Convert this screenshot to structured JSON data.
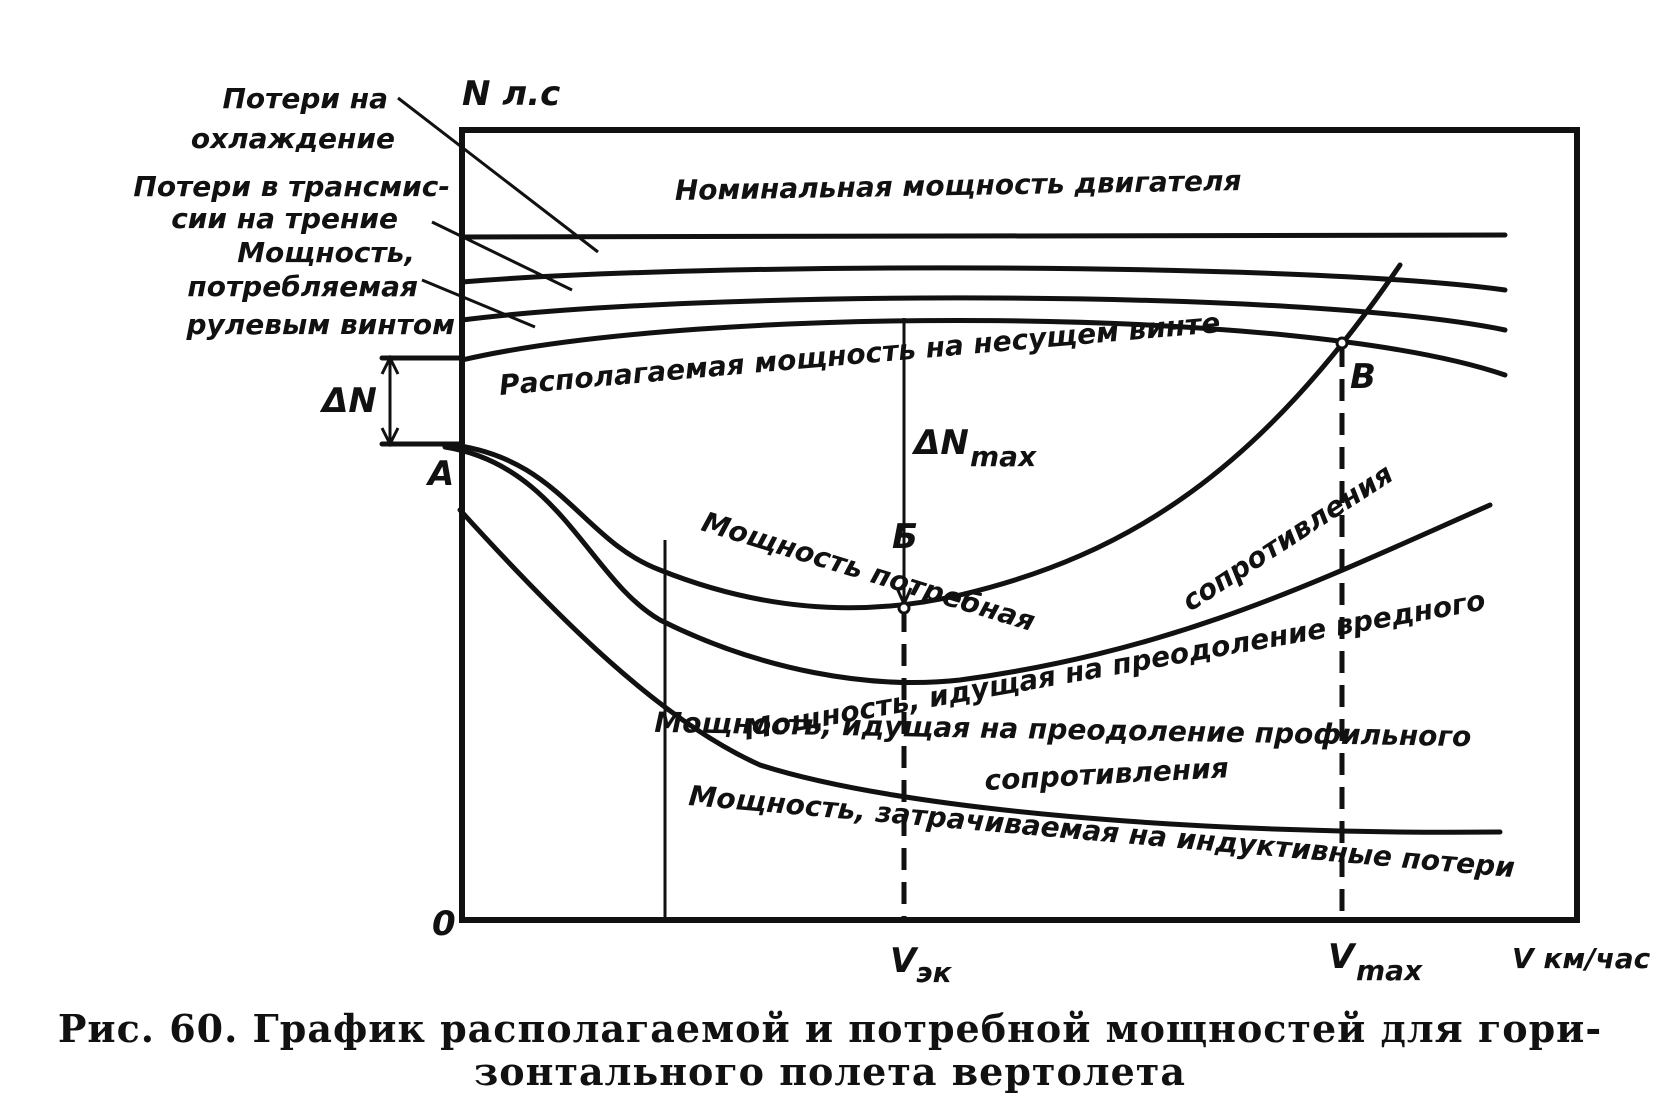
{
  "axes": {
    "y_label": "N л.с",
    "x_label": "V км/час",
    "origin": "0",
    "point_a": "А",
    "point_b": "Б",
    "point_v": "В",
    "v_ek": "V",
    "v_ek_sub": "эк",
    "v_max": "V",
    "v_max_sub": "max",
    "delta_n": "ΔN",
    "delta_n_max": "ΔN",
    "delta_n_max_sub": "max"
  },
  "left_labels": {
    "cooling_1": "Потери на",
    "cooling_2": "охлаждение",
    "transmission_1": "Потери в трансмис-",
    "transmission_2": "сии на трение",
    "tail_rotor_1": "Мощность,",
    "tail_rotor_2": "потребляемая",
    "tail_rotor_3": "рулевым винтом"
  },
  "curve_labels": {
    "nominal": "Номинальная мощность двигателя",
    "available": "Располагаемая мощность на несущем винте",
    "required": "Мощность потребная",
    "parasite_a": "Мощность, идущая на преодоление вредного",
    "parasite_b": "сопротивления",
    "profile_a": "Мощность, идущая на преодоление профильного",
    "profile_b": "сопротивления",
    "induced": "Мощность, затрачиваемая на индуктивные потери"
  },
  "caption": {
    "line1": "Рис. 60. График располагаемой и потребной мощностей для гори-",
    "line2": "зонтального полета вертолета"
  }
}
